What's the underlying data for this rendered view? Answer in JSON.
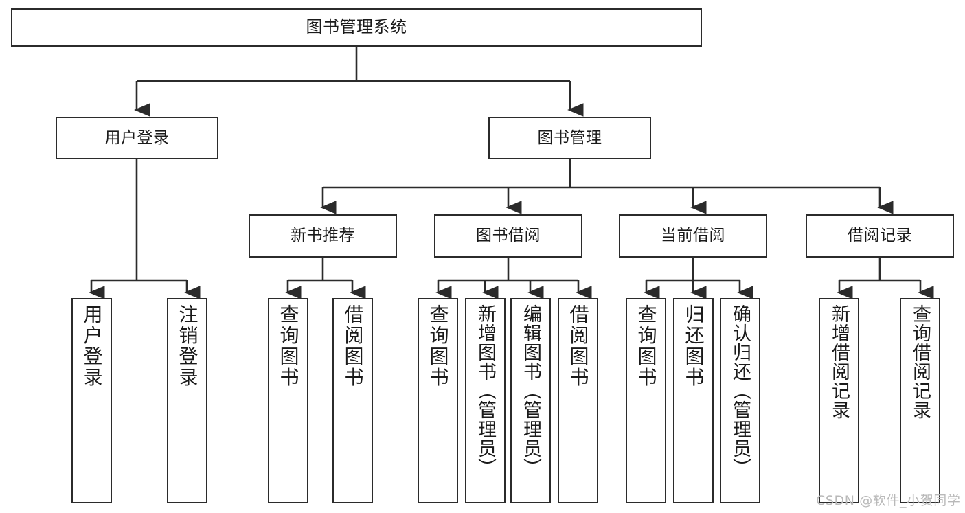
{
  "diagram": {
    "type": "hierarchy-tree",
    "title": "图书管理系统",
    "watermark": "CSDN @软件_小贺同学",
    "colors": {
      "stroke": "#2b2b2b",
      "fill": "#ffffff",
      "text": "#1a1a1a",
      "watermark": "#b9b9b9"
    },
    "root": {
      "label": "图书管理系统"
    },
    "level1": [
      {
        "label": "用户登录"
      },
      {
        "label": "图书管理"
      }
    ],
    "level2": [
      {
        "label": "新书推荐"
      },
      {
        "label": "图书借阅"
      },
      {
        "label": "当前借阅"
      },
      {
        "label": "借阅记录"
      }
    ],
    "leaves": {
      "user_login": [
        {
          "label": "用户登录"
        },
        {
          "label": "注销登录"
        }
      ],
      "new_book": [
        {
          "label": "查询图书"
        },
        {
          "label": "借阅图书"
        }
      ],
      "borrow_book": [
        {
          "label": "查询图书"
        },
        {
          "label": "新增图书（管理员）"
        },
        {
          "label": "编辑图书（管理员）"
        },
        {
          "label": "借阅图书"
        }
      ],
      "current_borrow": [
        {
          "label": "查询图书"
        },
        {
          "label": "归还图书"
        },
        {
          "label": "确认归还（管理员）"
        }
      ],
      "borrow_record": [
        {
          "label": "新增借阅记录"
        },
        {
          "label": "查询借阅记录"
        }
      ]
    }
  }
}
